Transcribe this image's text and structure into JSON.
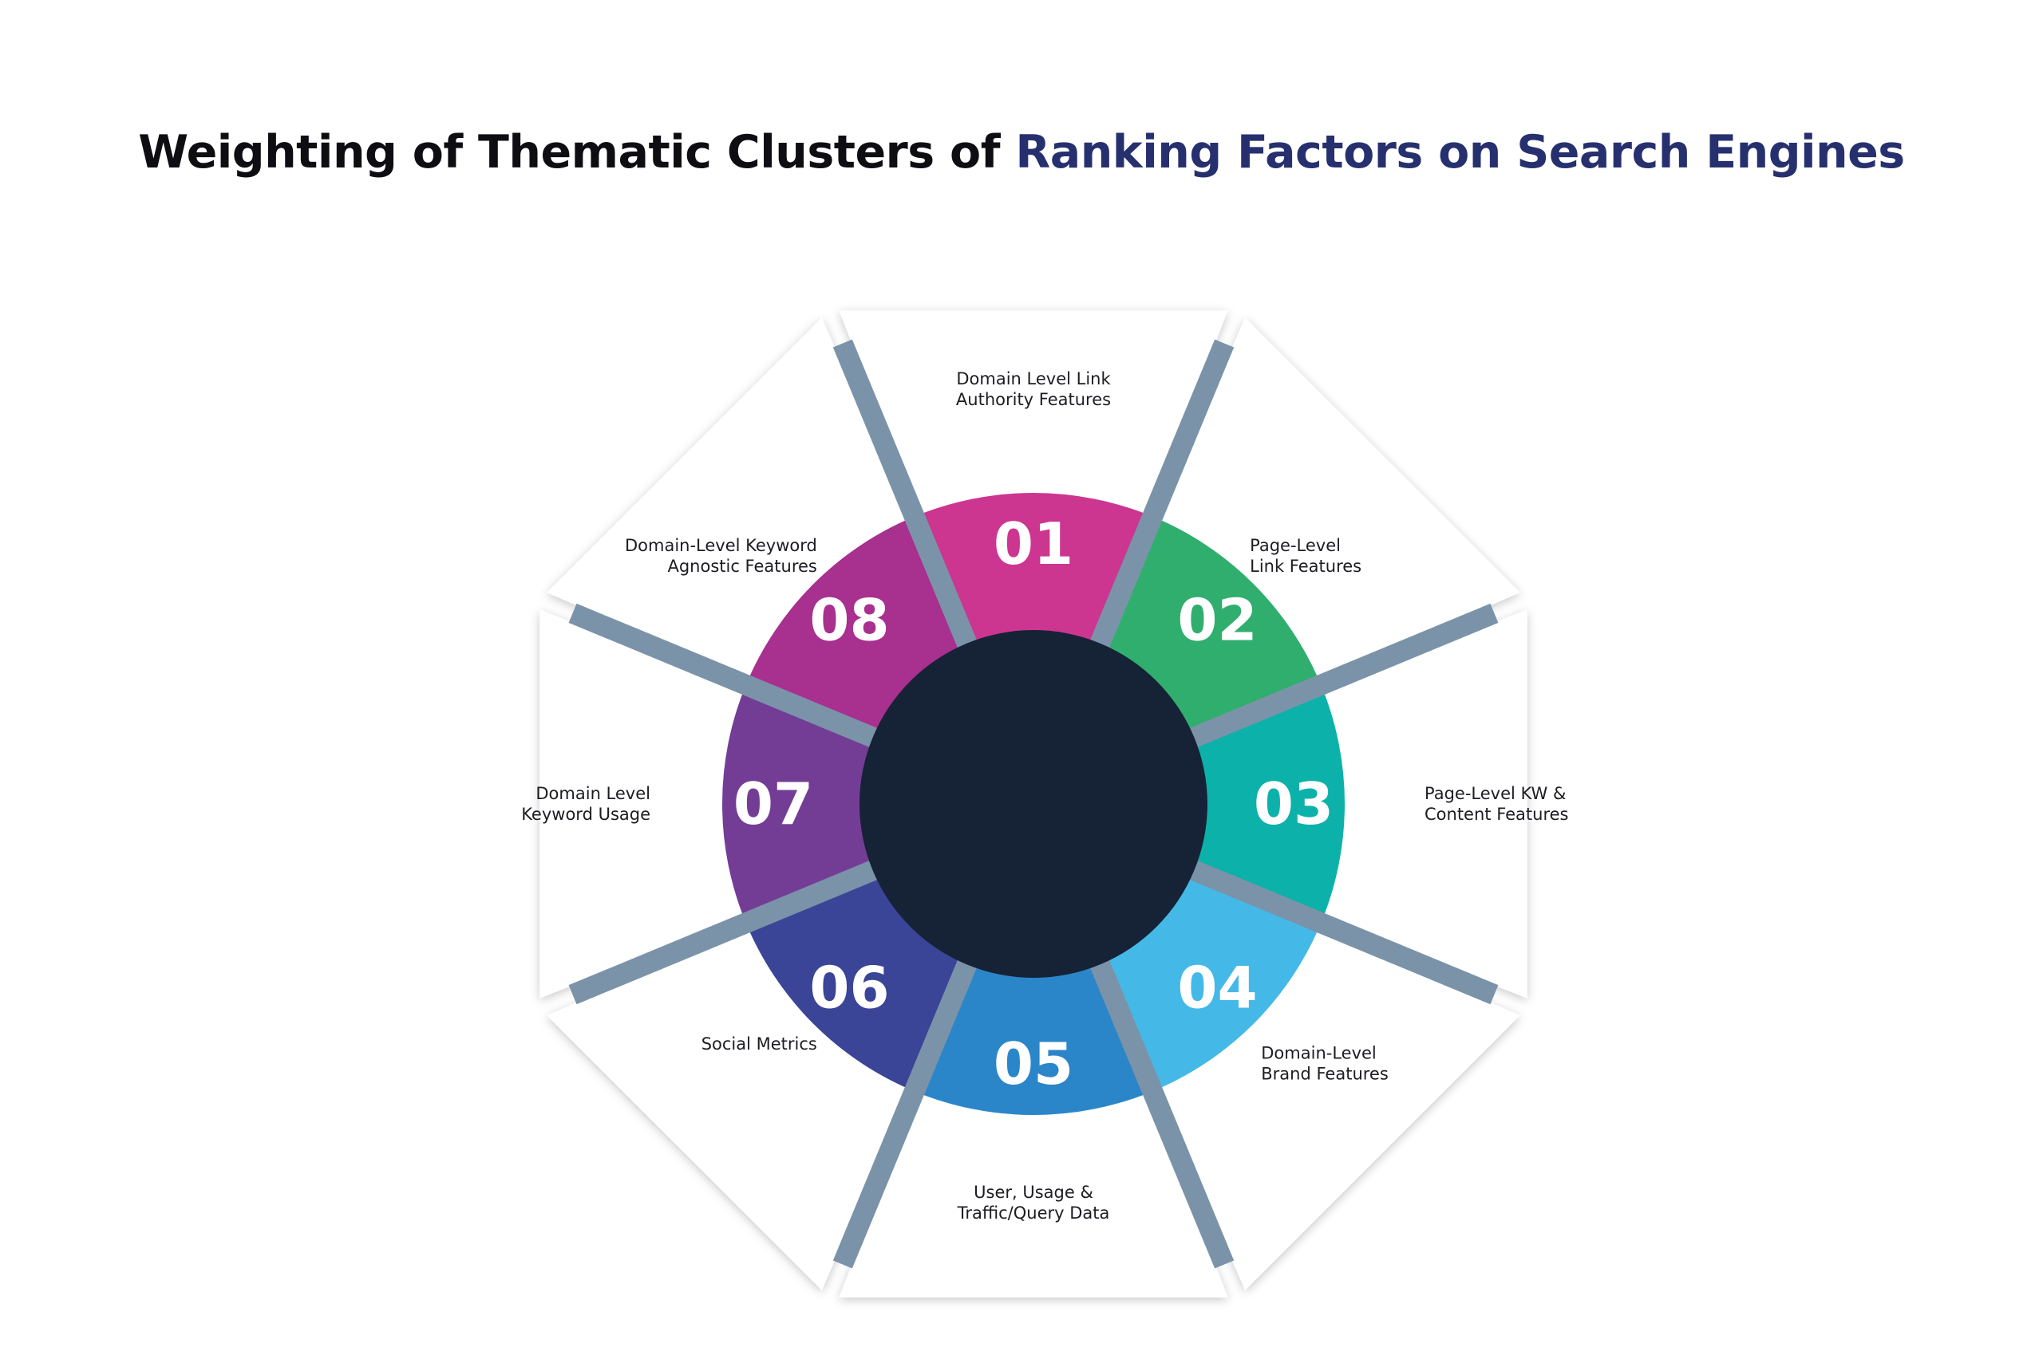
{
  "title": {
    "prefix": "Weighting of Thematic Clusters of",
    "highlight": "Ranking Factors on Search Engines"
  },
  "colors": {
    "title_text": "#0d0d12",
    "title_accent": "#27306e",
    "hub": "#162235",
    "divider": "#7b93a8",
    "panel": "#ffffff"
  },
  "segments": [
    {
      "number": "01",
      "label_lines": [
        "Domain Level Link",
        "Authority Features"
      ],
      "color": "#cc3590"
    },
    {
      "number": "02",
      "label_lines": [
        "Page-Level",
        "Link Features"
      ],
      "color": "#30ae6e"
    },
    {
      "number": "03",
      "label_lines": [
        "Page-Level KW &",
        "Content Features"
      ],
      "color": "#0cb1aa"
    },
    {
      "number": "04",
      "label_lines": [
        "Domain-Level",
        "Brand Features"
      ],
      "color": "#44b9e8"
    },
    {
      "number": "05",
      "label_lines": [
        "User, Usage &",
        "Traffic/Query Data"
      ],
      "color": "#2b86c9"
    },
    {
      "number": "06",
      "label_lines": [
        "Social Metrics"
      ],
      "color": "#3a4597"
    },
    {
      "number": "07",
      "label_lines": [
        "Domain Level",
        "Keyword Usage"
      ],
      "color": "#733d96"
    },
    {
      "number": "08",
      "label_lines": [
        "Domain-Level Keyword",
        "Agnostic Features"
      ],
      "color": "#a8308f"
    }
  ]
}
